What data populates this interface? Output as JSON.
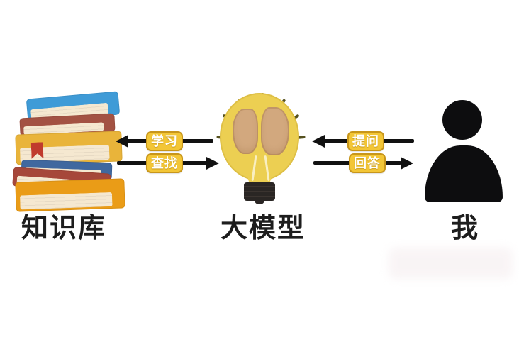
{
  "diagram": {
    "background": "#ffffff",
    "nodes": [
      {
        "id": "knowledge-base",
        "label": "知识库",
        "icon": "book-stack-icon"
      },
      {
        "id": "large-model",
        "label": "大模型",
        "icon": "lightbulb-brain-icon"
      },
      {
        "id": "user",
        "label": "我",
        "icon": "person-icon"
      }
    ],
    "edges": [
      {
        "id": "learn",
        "label": "学习",
        "between": [
          "knowledge-base",
          "large-model"
        ],
        "direction": "left"
      },
      {
        "id": "find",
        "label": "查找",
        "between": [
          "knowledge-base",
          "large-model"
        ],
        "direction": "right"
      },
      {
        "id": "ask",
        "label": "提问",
        "between": [
          "large-model",
          "user"
        ],
        "direction": "left"
      },
      {
        "id": "answer",
        "label": "回答",
        "between": [
          "large-model",
          "user"
        ],
        "direction": "right"
      }
    ],
    "colors": {
      "badge_bg": "#f3c636",
      "badge_border": "#c8961b",
      "badge_text": "#ffffff",
      "arrow": "#111111",
      "label_text": "#1d1d1d",
      "bulb_glass": "#eccf52",
      "brain": "#d2a87e",
      "socket": "#2a2624",
      "person": "#0d0d0f",
      "book_blue": "#3f9bd7",
      "book_red": "#a35243",
      "book_yellow": "#e9b43a",
      "book_dark_blue": "#40689f",
      "book_maroon": "#a6473a",
      "book_orange": "#ea9c17",
      "pages": "#f5e8d0"
    }
  }
}
